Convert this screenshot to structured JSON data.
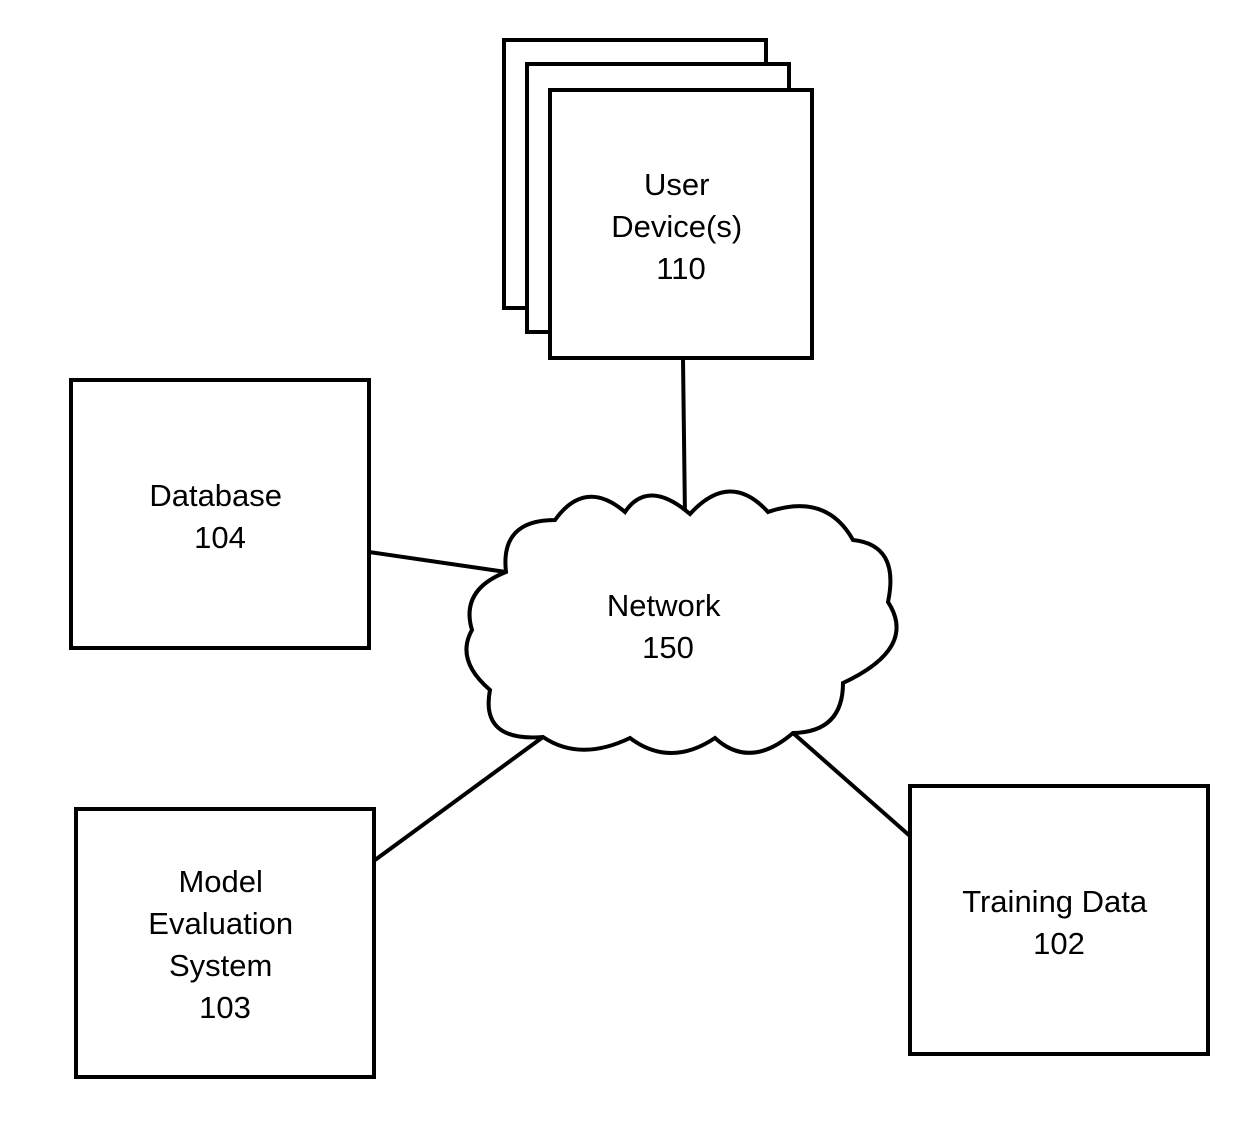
{
  "nodes": {
    "user_devices": {
      "lines": [
        "User",
        "Device(s)",
        "110"
      ]
    },
    "database": {
      "lines": [
        "Database",
        "104"
      ]
    },
    "network": {
      "lines": [
        "Network",
        "150"
      ]
    },
    "model_evaluation": {
      "lines": [
        "Model",
        "Evaluation",
        "System",
        "103"
      ]
    },
    "training_data": {
      "lines": [
        "Training Data",
        "102"
      ]
    }
  },
  "edges": [
    {
      "from": "user_devices",
      "to": "network"
    },
    {
      "from": "database",
      "to": "network"
    },
    {
      "from": "model_evaluation",
      "to": "network"
    },
    {
      "from": "training_data",
      "to": "network"
    }
  ],
  "colors": {
    "stroke": "#000000",
    "fill": "#ffffff"
  }
}
